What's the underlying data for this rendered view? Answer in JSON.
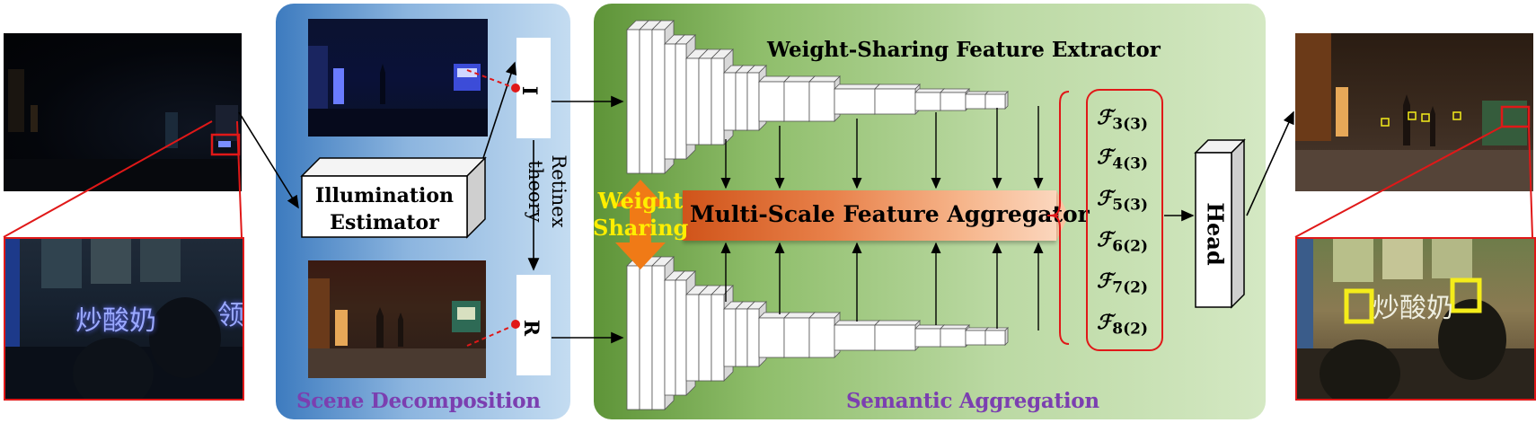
{
  "panels": {
    "left_title": "Scene Decomposition",
    "right_title": "Semantic Aggregation"
  },
  "modules": {
    "illumination_line1": "Illumination",
    "illumination_line2": "Estimator",
    "i_label": "I",
    "r_label": "R",
    "retinex_line1": "Retinex",
    "retinex_line2": "theory",
    "extractor_title": "Weight-Sharing Feature Extractor",
    "aggregator": "Multi-Scale Feature Aggregator",
    "weight_sharing_line1": "Weight",
    "weight_sharing_line2": "Sharing",
    "head": "Head"
  },
  "features": [
    {
      "sym": "ℱ",
      "sub": "3(3)"
    },
    {
      "sym": "ℱ",
      "sub": "4(3)"
    },
    {
      "sym": "ℱ",
      "sub": "5(3)"
    },
    {
      "sym": "ℱ",
      "sub": "6(2)"
    },
    {
      "sym": "ℱ",
      "sub": "7(2)"
    },
    {
      "sym": "ℱ",
      "sub": "8(2)"
    }
  ],
  "images": {
    "input_zoom_text": "炒酸奶",
    "input_zoom_text2": "领",
    "output_zoom_text": "炒酸奶"
  },
  "colors": {
    "panel_title": "#7b3fb0",
    "weight_sharing": "#ffee00",
    "aggregator": "#e8814a",
    "highlight_red": "#e01818",
    "detect_yellow": "#f4ec1a"
  }
}
